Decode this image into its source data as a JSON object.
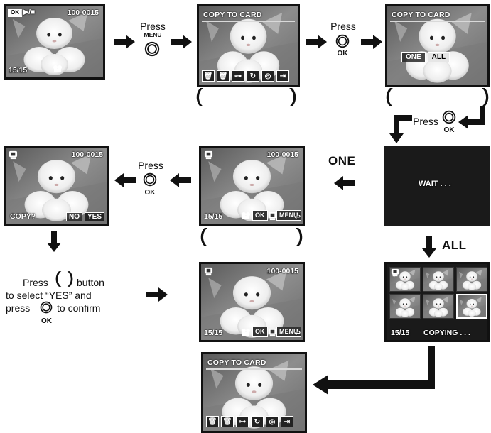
{
  "screens": {
    "s1": {
      "top_right": "100-0015",
      "bottom_left": "15/15",
      "top_left_badge": "OK"
    },
    "s2": {
      "title": "COPY  TO  CARD"
    },
    "s3": {
      "title": "COPY  TO  CARD",
      "option_one": "ONE",
      "option_all": "ALL"
    },
    "s4": {
      "text": "WAIT . . ."
    },
    "s5": {
      "top_right": "100-0015",
      "bottom_left": "15/15",
      "btn_ok": "OK",
      "btn_menu": "MENU"
    },
    "s6": {
      "top_right": "100-0015",
      "bottom_left": "COPY?",
      "option_no": "NO",
      "option_yes": "YES"
    },
    "s7": {
      "top_right": "100-0015",
      "bottom_left": "15/15",
      "btn_ok": "OK",
      "btn_menu": "MENU"
    },
    "s8": {
      "bottom_left": "15/15",
      "bottom_status": "COPYING . . ."
    },
    "s9": {
      "title": "COPY  TO  CARD"
    }
  },
  "labels": {
    "press": "Press",
    "menu": "MENU",
    "ok": "OK",
    "one": "ONE",
    "all": "ALL",
    "instr_press": "Press",
    "instr_button": "button",
    "instr_line2": "to select “YES” and",
    "instr_press2": "press",
    "instr_confirm": "to confirm"
  }
}
